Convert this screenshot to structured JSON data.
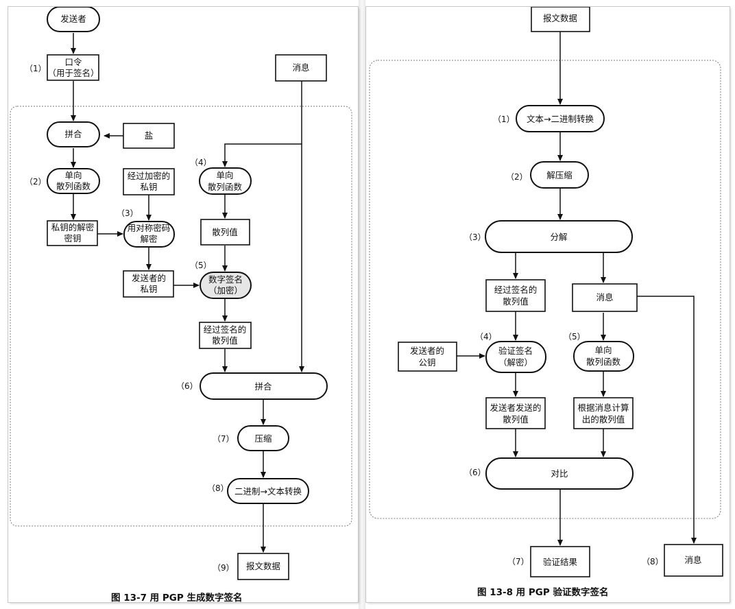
{
  "left_figure": {
    "caption": "图 13-7 用 PGP 生成数字签名",
    "nodes": {
      "sender": "发送者",
      "passphrase_1": "口令",
      "passphrase_2": "（用于签名）",
      "message": "消息",
      "concat_1": "拼合",
      "salt": "盐",
      "hash1_1": "单向",
      "hash1_2": "散列函数",
      "enc_key_1": "经过加密的",
      "enc_key_2": "私钥",
      "hash2_1": "单向",
      "hash2_2": "散列函数",
      "decrypt_key_1": "私钥的解密",
      "decrypt_key_2": "密钥",
      "sym_decrypt_1": "用对称密码",
      "sym_decrypt_2": "解密",
      "hash_value": "散列值",
      "sender_priv_1": "发送者的",
      "sender_priv_2": "私钥",
      "signature_1": "数字签名",
      "signature_2": "（加密）",
      "signed_hash_1": "经过签名的",
      "signed_hash_2": "散列值",
      "concat_2": "拼合",
      "compress": "压缩",
      "bin_to_text": "二进制→文本转换",
      "output": "报文数据"
    },
    "steps": [
      "（1）",
      "（2）",
      "（3）",
      "（4）",
      "（5）",
      "（6）",
      "（7）",
      "（8）",
      "（9）"
    ]
  },
  "right_figure": {
    "caption": "图 13-8 用 PGP 验证数字签名",
    "nodes": {
      "input": "报文数据",
      "text_to_bin": "文本→二进制转换",
      "decompress": "解压缩",
      "split": "分解",
      "signed_hash_1": "经过签名的",
      "signed_hash_2": "散列值",
      "message": "消息",
      "sender_pub_1": "发送者的",
      "sender_pub_2": "公钥",
      "verify_1": "验证签名",
      "verify_2": "（解密）",
      "hash_1": "单向",
      "hash_2": "散列函数",
      "sent_hash_1": "发送者发送的",
      "sent_hash_2": "散列值",
      "calc_hash_1": "根据消息计算",
      "calc_hash_2": "出的散列值",
      "compare": "对比",
      "result": "验证结果",
      "message_out": "消息"
    },
    "steps": [
      "（1）",
      "（2）",
      "（3）",
      "（4）",
      "（5）",
      "（6）",
      "（7）",
      "（8）"
    ]
  }
}
